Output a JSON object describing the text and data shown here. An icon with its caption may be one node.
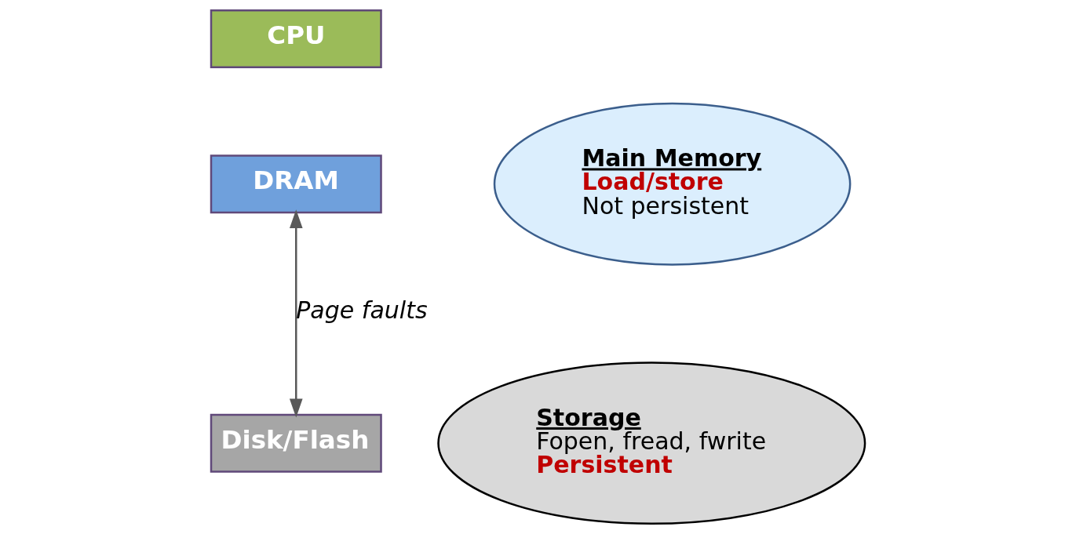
{
  "diagram": {
    "nodes": [
      {
        "text": [
          "CPU"
        ]
      },
      {
        "text": [
          "DRAM"
        ]
      },
      {
        "text": [
          "Disk/Flash"
        ]
      },
      {
        "text": [
          "Main Memory",
          "Load/store",
          "Not persistent"
        ]
      },
      {
        "text": [
          "Storage",
          "Fopen, fread, fwrite",
          "Persistent"
        ]
      }
    ],
    "edges": [
      {
        "from": 1,
        "to": 2,
        "arrow": "both",
        "label": "Page faults"
      }
    ]
  }
}
